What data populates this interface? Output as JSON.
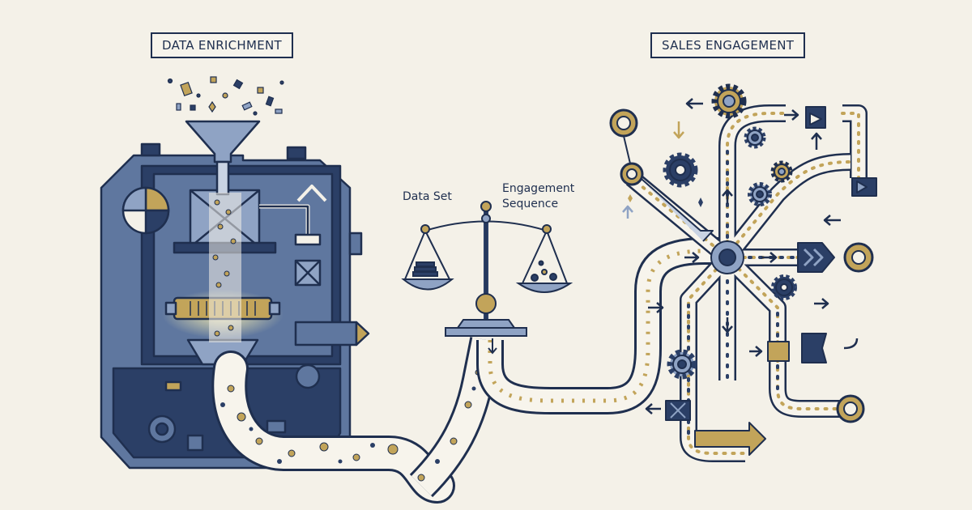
{
  "labels": {
    "data_enrichment": "DATA ENRICHMENT",
    "sales_engagement": "SALES ENGAGEMENT",
    "data_set": "Data Set",
    "engagement_sequence_line1": "Engagement",
    "engagement_sequence_line2": "Sequence"
  },
  "colors": {
    "background": "#f4f1e8",
    "navy": "#2b3f66",
    "steel": "#5f779f",
    "light_steel": "#8fa3c4",
    "gold": "#c2a45a",
    "outline": "#1f2f4f",
    "path_fill": "#f7f4ec"
  }
}
